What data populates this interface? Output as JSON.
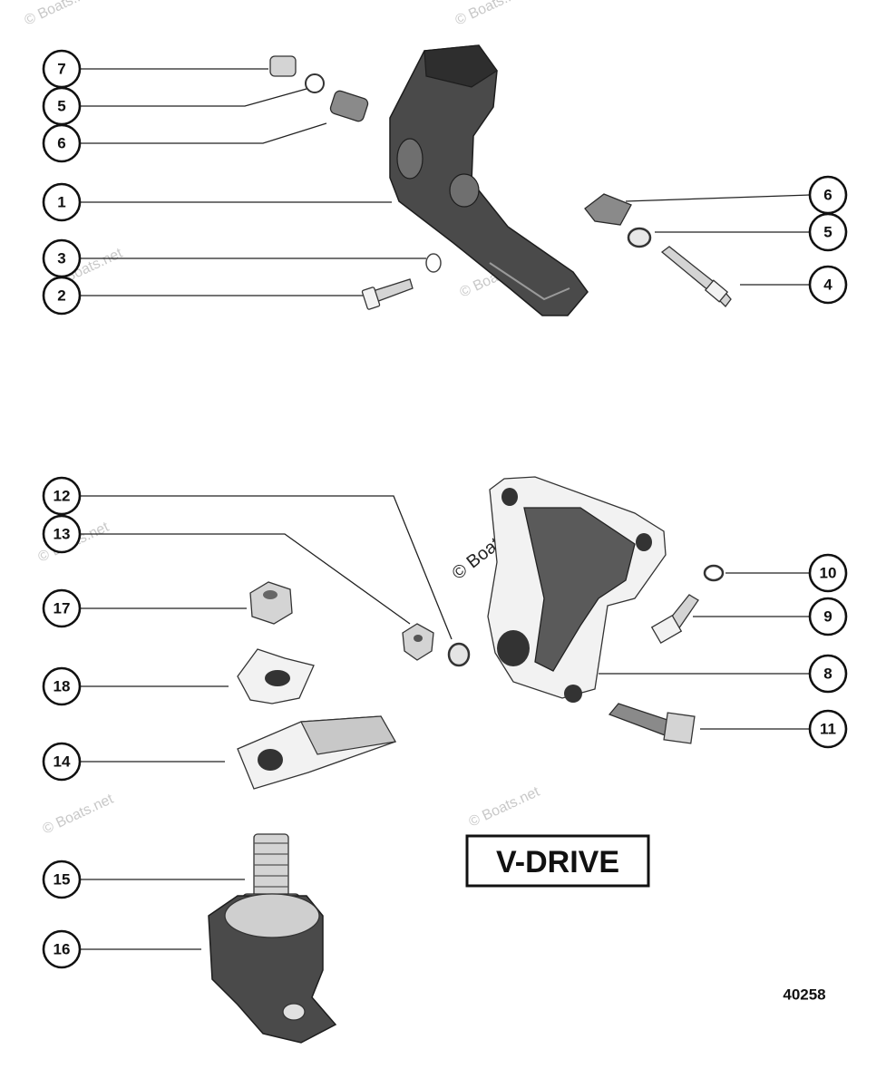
{
  "watermark": "© Boats.net",
  "diagram_number": "40258",
  "label_box": "V-DRIVE",
  "callouts": {
    "c1": "1",
    "c2": "2",
    "c3": "3",
    "c4": "4",
    "c5a": "5",
    "c5b": "5",
    "c6a": "6",
    "c6b": "6",
    "c7": "7",
    "c8": "8",
    "c9": "9",
    "c10": "10",
    "c11": "11",
    "c12": "12",
    "c13": "13",
    "c14": "14",
    "c15": "15",
    "c16": "16",
    "c17": "17",
    "c18": "18"
  }
}
